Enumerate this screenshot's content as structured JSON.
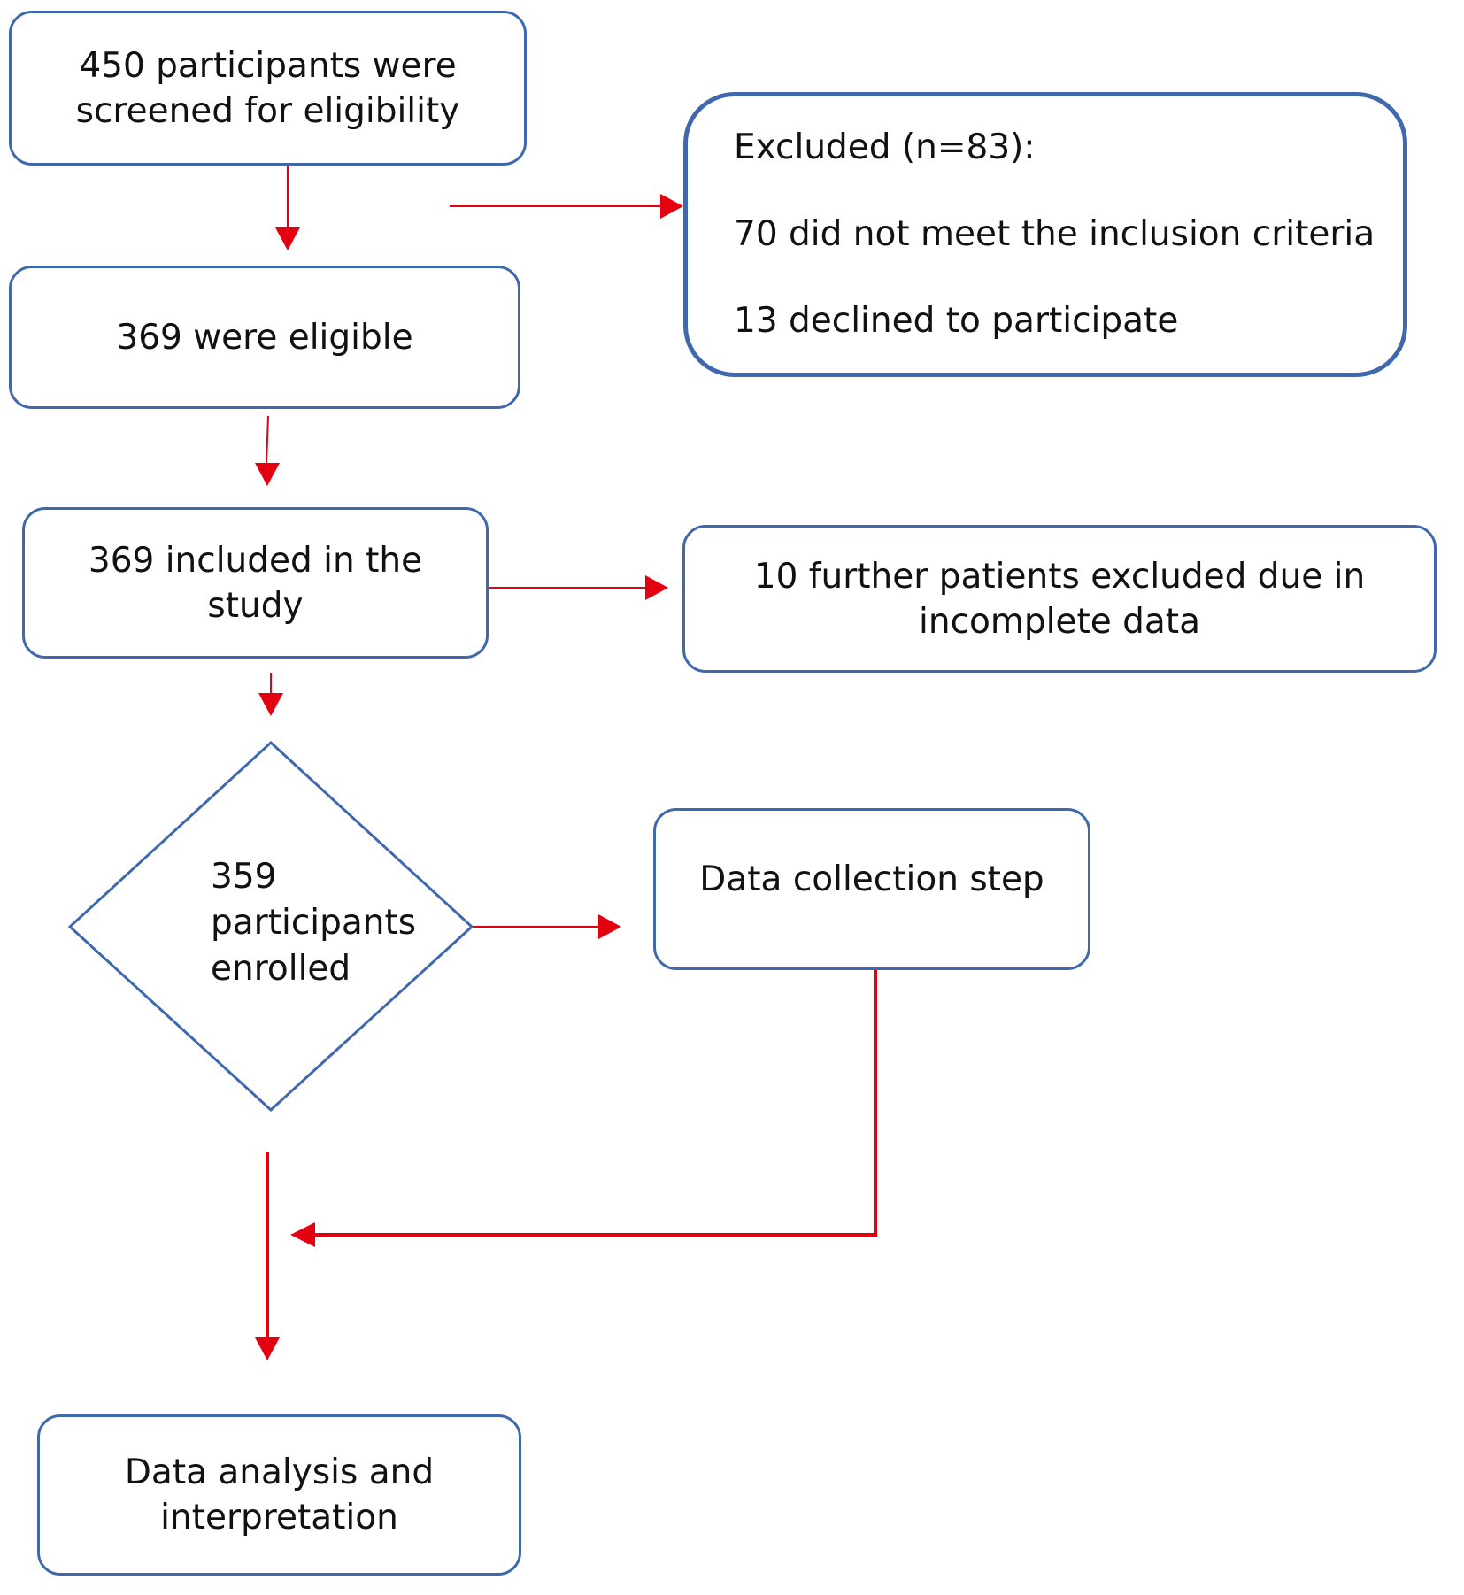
{
  "nodes": {
    "screened": {
      "lines": [
        "450 participants were",
        "screened for eligibility"
      ]
    },
    "excluded": {
      "lines": [
        "Excluded (n=83):",
        "70 did not meet the inclusion criteria",
        "13 declined to participate"
      ]
    },
    "eligible": {
      "lines": [
        "369 were eligible"
      ]
    },
    "included": {
      "lines": [
        "369 included in the",
        "study"
      ]
    },
    "further_excluded": {
      "lines": [
        "10 further patients excluded due in",
        "incomplete data"
      ]
    },
    "enrolled": {
      "lines": [
        "359",
        "participants",
        "enrolled"
      ]
    },
    "collection": {
      "lines": [
        "Data collection step"
      ]
    },
    "analysis": {
      "lines": [
        "Data analysis and",
        "interpretation"
      ]
    }
  },
  "colors": {
    "box_border": "#3f68ad",
    "arrow": "#e3000f"
  }
}
